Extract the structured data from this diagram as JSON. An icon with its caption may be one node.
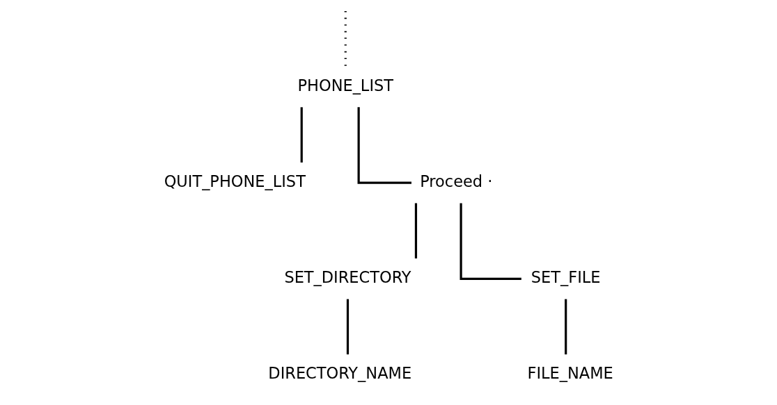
{
  "diagram": {
    "nodes": [
      {
        "text": [
          "PHONE_LIST"
        ]
      },
      {
        "text": [
          "QUIT_PHONE_LIST"
        ]
      },
      {
        "text": [
          "Proceed ·"
        ]
      },
      {
        "text": [
          "SET_DIRECTORY"
        ]
      },
      {
        "text": [
          "SET_FILE"
        ]
      },
      {
        "text": [
          "DIRECTORY_NAME"
        ]
      },
      {
        "text": [
          "FILE_NAME"
        ]
      }
    ],
    "edges": [
      {
        "from": null,
        "to": 0,
        "arrow": "none",
        "style": "dashed"
      },
      {
        "from": 0,
        "to": 1,
        "arrow": "none"
      },
      {
        "from": 0,
        "to": 2,
        "arrow": "none"
      },
      {
        "from": 2,
        "to": 3,
        "arrow": "none"
      },
      {
        "from": 2,
        "to": 4,
        "arrow": "none"
      },
      {
        "from": 3,
        "to": 5,
        "arrow": "none"
      },
      {
        "from": 4,
        "to": 6,
        "arrow": "none"
      }
    ]
  }
}
